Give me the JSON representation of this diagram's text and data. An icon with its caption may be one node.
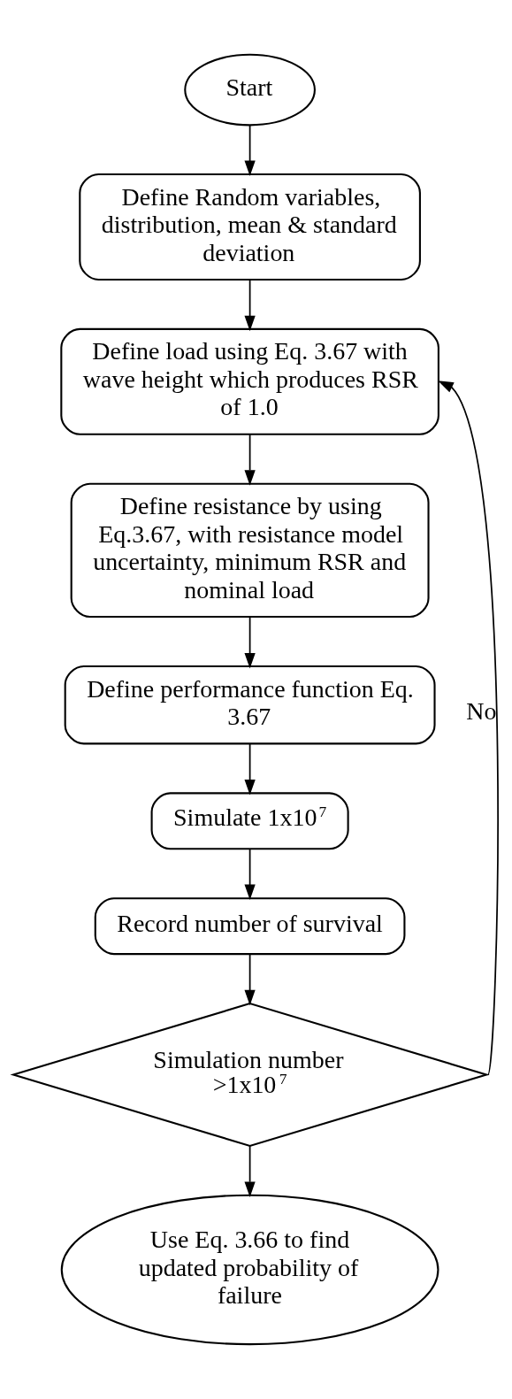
{
  "diagram": {
    "nodes": [
      {
        "text": [
          "Start"
        ]
      },
      {
        "text": [
          "Define Random variables, distribution, mean & standard deviation"
        ]
      },
      {
        "text": [
          "Define load using Eq. 3.67 with wave height which produces RSR of 1.0"
        ]
      },
      {
        "text": [
          "Define resistance by using Eq.3.67, with resistance model uncertainty, minimum RSR and nominal load"
        ]
      },
      {
        "text": [
          "Define performance function Eq. 3.67"
        ]
      },
      {
        "text": [
          "Simulate 1x10$^{7}$"
        ]
      },
      {
        "text": [
          "Record number of survival"
        ]
      },
      {
        "text": [
          "Simulation number >1x10$^{7}$"
        ]
      },
      {
        "text": [
          "Use Eq. 3.66 to find updated probability of failure"
        ]
      }
    ],
    "edges": [
      {
        "from": 0,
        "to": 1,
        "arrow": "to"
      },
      {
        "from": 1,
        "to": 2,
        "arrow": "to"
      },
      {
        "from": 2,
        "to": 3,
        "arrow": "to"
      },
      {
        "from": 3,
        "to": 4,
        "arrow": "to"
      },
      {
        "from": 4,
        "to": 5,
        "arrow": "to"
      },
      {
        "from": 5,
        "to": 6,
        "arrow": "to"
      },
      {
        "from": 6,
        "to": 7,
        "arrow": "to"
      },
      {
        "from": 7,
        "to": 8,
        "arrow": "to"
      },
      {
        "from": 7,
        "to": 2,
        "arrow": "to",
        "label": "No"
      }
    ]
  }
}
